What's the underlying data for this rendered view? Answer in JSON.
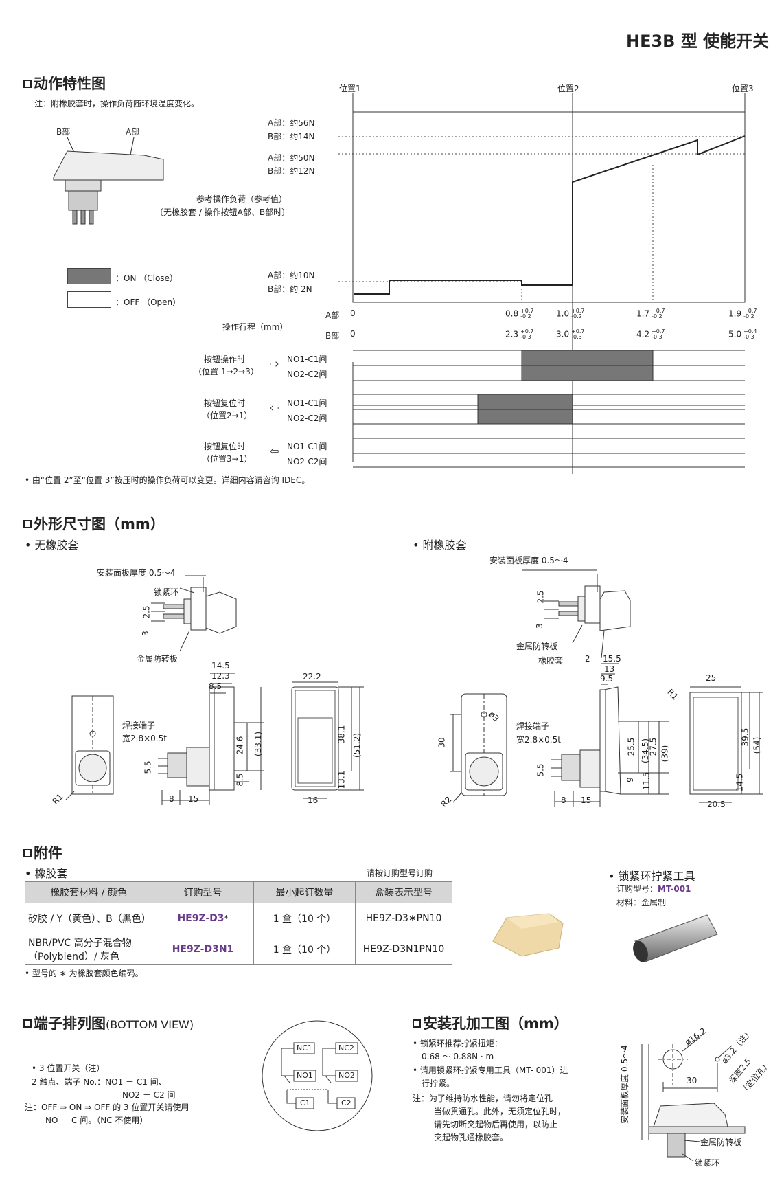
{
  "page_title": "HE3B 型 使能开关",
  "sections": {
    "operation": {
      "heading": "动作特性图",
      "note": "注：附橡胶套时，操作负荷随环境温度变化。",
      "part_b": "B部",
      "part_a": "A部",
      "position_labels": [
        "位置1",
        "位置2",
        "位置3"
      ],
      "load_labels": [
        {
          "a": "A部：约56N",
          "b": "B部：约14N"
        },
        {
          "a": "A部：约50N",
          "b": "B部：约12N"
        },
        {
          "a": "A部：约10N",
          "b": "B部：约 2N"
        }
      ],
      "ref_load_line1": "参考操作负荷（参考值）",
      "ref_load_line2": "〔无橡胶套 / 操作按钮A部、B部时〕",
      "legend_on": "：ON （Close）",
      "legend_off": "：OFF （Open）",
      "stroke_label": "操作行程（mm）",
      "stroke_a_label": "A部",
      "stroke_b_label": "B部",
      "stroke_a_values": [
        {
          "v": "0",
          "sup": "",
          "sub": ""
        },
        {
          "v": "0.8",
          "sup": "+0.7",
          "sub": "-0.2"
        },
        {
          "v": "1.0",
          "sup": "+0.7",
          "sub": "-0.2"
        },
        {
          "v": "1.7",
          "sup": "+0.7",
          "sub": "-0.2"
        },
        {
          "v": "1.9",
          "sup": "+0.7",
          "sub": "-0.2"
        }
      ],
      "stroke_b_values": [
        {
          "v": "0",
          "sup": "",
          "sub": ""
        },
        {
          "v": "2.3",
          "sup": "+0.7",
          "sub": "-0.3"
        },
        {
          "v": "3.0",
          "sup": "+0.7",
          "sub": "-0.3"
        },
        {
          "v": "4.2",
          "sup": "+0.7",
          "sub": "-0.3"
        },
        {
          "v": "5.0",
          "sup": "+0.4",
          "sub": "-0.3"
        }
      ],
      "rows": [
        {
          "line1": "按钮操作时",
          "line2": "（位置 1→2→3）",
          "arrow": "⇨",
          "c1": "NO1-C1间",
          "c2": "NO2-C2间"
        },
        {
          "line1": "按钮复位时",
          "line2": "（位置2→1）",
          "arrow": "⇦",
          "c1": "NO1-C1间",
          "c2": "NO2-C2间"
        },
        {
          "line1": "按钮复位时",
          "line2": "（位置3→1）",
          "arrow": "⇦",
          "c1": "NO1-C1间",
          "c2": "NO2-C2间"
        }
      ],
      "footnote": "• 由“位置 2”至“位置 3”按压时的操作负荷可以变更。详细内容请咨询 IDEC。"
    },
    "dimensions": {
      "heading": "外形尺寸图（mm）",
      "left_title": "• 无橡胶套",
      "right_title": "• 附橡胶套",
      "left": {
        "panel_thickness": "安装面板厚度 0.5～4",
        "lock_ring": "锁紧环",
        "anti_rotation": "金属防转板",
        "terminal1": "焊接端子",
        "terminal2": "宽2.8×0.5t",
        "dims": [
          "2.5",
          "3",
          "14.5",
          "12.3",
          "8.5",
          "22.2",
          "24.6",
          "(33.1)",
          "8.5",
          "38.1",
          "(51.2)",
          "13.1",
          "5.5",
          "8",
          "15",
          "16",
          "R1"
        ]
      },
      "right": {
        "panel_thickness": "安装面板厚度 0.5～4",
        "anti_rotation": "金属防转板",
        "rubber_cover": "橡胶套",
        "terminal1": "焊接端子",
        "terminal2": "宽2.8×0.5t",
        "dims": [
          "2.5",
          "3",
          "2",
          "15.5",
          "13",
          "9.5",
          "25",
          "R1",
          "ø3",
          "30",
          "25.5",
          "(34.5)",
          "27.5",
          "(39)",
          "9",
          "11.5",
          "39.5",
          "(54)",
          "14.5",
          "5.5",
          "8",
          "15",
          "20.5",
          "R2"
        ]
      }
    },
    "accessories": {
      "heading": "附件",
      "subtitle": "• 橡胶套",
      "order_note": "请按订购型号订购",
      "headers": [
        "橡胶套材料 / 颜色",
        "订购型号",
        "最小起订数量",
        "盒装表示型号"
      ],
      "rows": [
        {
          "material": "矽胶 / Y（黄色）、B（黑色）",
          "model": "HE9Z-D3",
          "model_suffix": "*",
          "qty": "1 盒（10 个）",
          "box": "HE9Z-D3∗PN10"
        },
        {
          "material": "NBR/PVC 高分子混合物",
          "material2": "（Polyblend）/ 灰色",
          "model": "HE9Z-D3N1",
          "model_suffix": "",
          "qty": "1 盒（10 个）",
          "box": "HE9Z-D3N1PN10"
        }
      ],
      "footnote": "• 型号的 ∗ 为橡胶套颜色编码。",
      "tool_title": "• 锁紧环拧紧工具",
      "tool_order": "订购型号：",
      "tool_model": "MT-001",
      "tool_material": "材料：金属制"
    },
    "terminal": {
      "heading": "端子排列图",
      "heading_suffix": "(BOTTOM VIEW)",
      "bullet1": "• 3 位置开关（注）",
      "line2": "2 触点、端子 No.：NO1 － C1 间、",
      "line3": "NO2 － C2 间",
      "note1": "注：OFF ⇒ ON ⇒ OFF 的 3 位置开关请使用",
      "note2": "NO － C 间。（NC 不使用）",
      "labels": [
        "NC1",
        "NC2",
        "NO1",
        "NO2",
        "C1",
        "C2"
      ]
    },
    "mounting": {
      "heading": "安装孔加工图（mm）",
      "b1": "• 锁紧环推荐拧紧扭矩：",
      "b1v": "0.68 ～ 0.88N · m",
      "b2": "• 请用锁紧环拧紧专用工具（MT- 001）进",
      "b2b": "行拧紧。",
      "n1": "注：为了维持防水性能，请勿将定位孔",
      "n2": "当做贯通孔。此外，无须定位孔时，",
      "n3": "请先切断突起物后再使用，以防止",
      "n4": "突起物孔通橡胶套。",
      "panel": "安装面板厚度 0.5～4",
      "d1": "ø16.2",
      "d2": "ø3.2",
      "note": "（注）",
      "depth": "深度2.5",
      "pos": "（定位孔）",
      "w": "30",
      "anti_rotation": "金属防转板",
      "lock_ring": "锁紧环"
    }
  },
  "colors": {
    "on_fill": "#777777",
    "line": "#222222",
    "accent": "#6a3a8a"
  }
}
